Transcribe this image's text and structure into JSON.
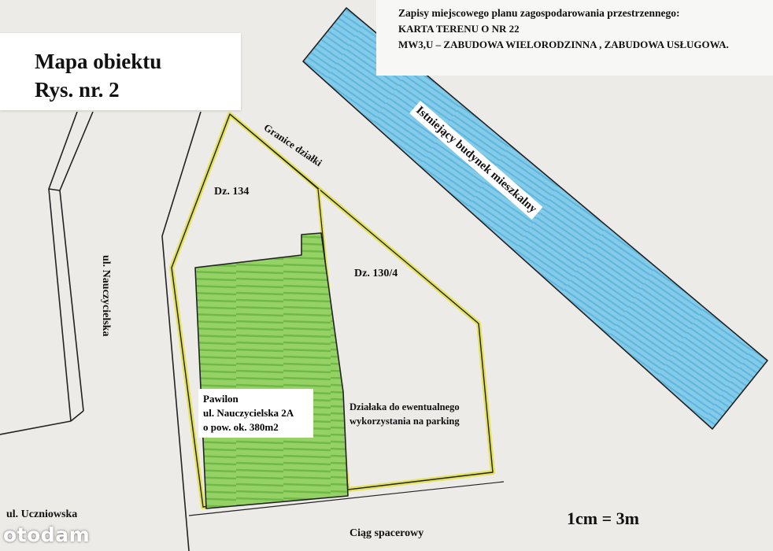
{
  "title": {
    "line1": "Mapa  obiektu",
    "line2": "Rys. nr. 2"
  },
  "plan_notes": {
    "line1": "Zapisy miejscowego planu zagospodarowania przestrzennego:",
    "line2": "KARTA TERENU  O NR 22",
    "line3": "MW3,U – ZABUDOWA WIELORODZINNA , ZABUDOWA USŁUGOWA."
  },
  "labels": {
    "plot_boundary": "Granice działki",
    "plot_134": "Dz. 134",
    "plot_130_4": "Dz. 130/4",
    "existing_building": "Istniejący budynek mieszkalny",
    "street_nauczycielska": "ul. Nauczycielska",
    "street_uczniowska": "ul. Uczniowska",
    "walkway": "Ciąg spacerowy",
    "scale": "1cm  =  3m"
  },
  "pavilion": {
    "line1": "Pawilon",
    "line2": "ul. Nauczycielska 2A",
    "line3": "o pow.  ok. 380m2"
  },
  "parking_note": {
    "line1": "Działaka do ewentualnego",
    "line2": "wykorzystania na  parking"
  },
  "watermark": "otodam",
  "colors": {
    "paper": "#ecebe7",
    "boundary": "#e4e35a",
    "pavilion_fill": "#8fcf5f",
    "building_fill": "#7ec8e8",
    "line": "#222222"
  }
}
